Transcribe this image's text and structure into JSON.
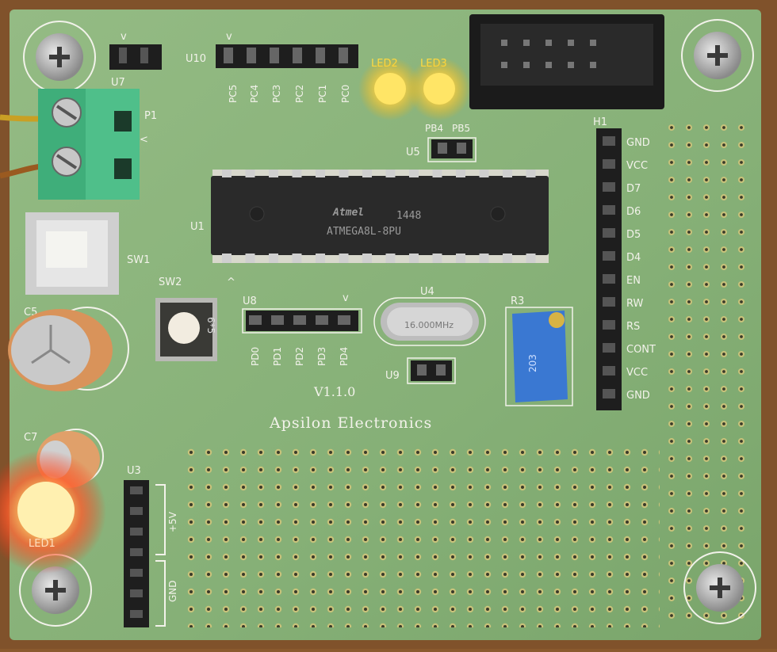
{
  "board": {
    "brand": "Apsilon Electronics",
    "version": "V1.1.0",
    "colors": {
      "pcb": "#86b077",
      "silk": "#f2f2ea",
      "chip": "#2a2a2a",
      "led_yellow": "#ffd54a",
      "led_red": "#ff3b2a"
    }
  },
  "labels": {
    "u7": "U7",
    "u10": "U10",
    "p1": "P1",
    "u1": "U1",
    "sw1": "SW1",
    "sw2": "SW2",
    "u8": "U8",
    "u4": "U4",
    "u9": "U9",
    "u5": "U5",
    "r3": "R3",
    "h1": "H1",
    "u3": "U3",
    "c5": "C5",
    "c7": "C7",
    "led1": "LED1",
    "led2": "LED2",
    "led3": "LED3",
    "pb4": "PB4",
    "pb5": "PB5",
    "plus5v": "+5V",
    "gnd": "GND"
  },
  "u10_pins": [
    "PC5",
    "PC4",
    "PC3",
    "PC2",
    "PC1",
    "PC0"
  ],
  "u8_pins": [
    "PD0",
    "PD1",
    "PD2",
    "PD3",
    "PD4"
  ],
  "h1_pins": [
    "GND",
    "VCC",
    "D7",
    "D6",
    "D5",
    "D4",
    "EN",
    "RW",
    "RS",
    "CONT",
    "VCC",
    "GND"
  ],
  "chip": {
    "logo": "Atmel",
    "code": "1448",
    "part": "ATMEGA8L-8PU"
  },
  "crystal": {
    "mark": "16.000MHz"
  },
  "trimpot": {
    "mark": "203"
  },
  "switch": {
    "mark": "6*5"
  }
}
